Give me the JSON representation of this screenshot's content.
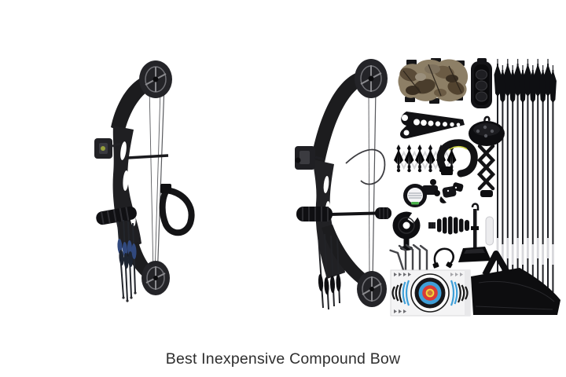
{
  "page": {
    "caption": "Best Inexpensive Compound Bow"
  },
  "products": {
    "left": {
      "name": "compound bow (bare bow)",
      "parts": [
        "compound-bow",
        "top-cam",
        "bottom-cam",
        "riser",
        "bow-sight",
        "cable-rod",
        "stabilizer",
        "wrist-sling",
        "arrows-blue-fletching"
      ]
    },
    "right": {
      "name": "compound bow package with accessories",
      "items": [
        "compound-bow",
        "camo-arm-guard",
        "bow-multi-tool",
        "release-strap",
        "arrow-set",
        "broadhead-set",
        "wrist-sling",
        "bow-sight",
        "arrow-rest",
        "arrow-quiver",
        "cable-slide",
        "stabilizer",
        "bow-stand",
        "peep-tube",
        "allen-wrench-set",
        "d-loop-rope",
        "paper-target",
        "bow-case"
      ]
    }
  },
  "colors": {
    "page_bg": "#ffffff",
    "caption_text": "#2e2e2e",
    "bow_black": "#1c1c1e",
    "camo_base": "#8d7f66",
    "fletching_blue": "#31497e",
    "sling_yellow": "#c9cf3e",
    "target_yellow": "#f0d23a",
    "target_red": "#d93a35",
    "target_blue": "#3f9fd8"
  }
}
